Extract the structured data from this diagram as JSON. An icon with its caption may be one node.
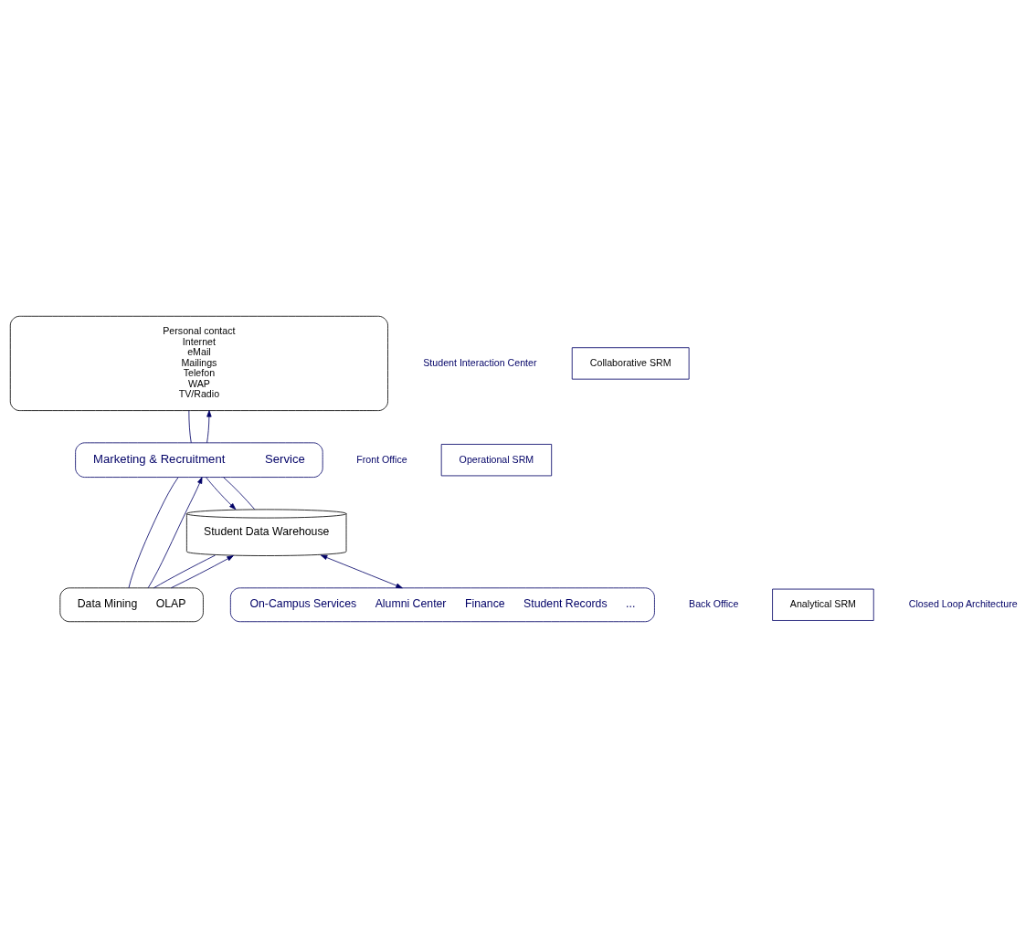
{
  "diagram": {
    "nodes": [
      {
        "text": [
          "Personal contact",
          "Internet",
          "eMail",
          "Mailings",
          "Telefon",
          "WAP",
          "TV/Radio"
        ],
        "beside": [
          "Student Interaction Center"
        ]
      },
      {
        "text": [
          "Marketing & Recruitment",
          "Service"
        ],
        "beside": [
          "Front Office"
        ]
      },
      {
        "text": [
          "Data Mining",
          "OLAP"
        ]
      },
      {
        "text": [
          "Student Data Warehouse"
        ]
      },
      {
        "text": [
          "On-Campus Services",
          "Alumni Center",
          "Finance",
          "Student Records",
          "..."
        ],
        "beside": [
          "Back Office"
        ]
      },
      {
        "text": [
          "Collaborative SRM"
        ]
      },
      {
        "text": [
          "Operational SRM"
        ]
      },
      {
        "text": [
          "Analytical SRM"
        ]
      }
    ],
    "edges": [
      {
        "from": 0,
        "to": 1,
        "arrow": "none"
      },
      {
        "from": 1,
        "to": 0,
        "arrow": "to"
      },
      {
        "from": 1,
        "to": 3,
        "arrow": "to"
      },
      {
        "from": 1,
        "to": 2,
        "arrow": "none"
      },
      {
        "from": 2,
        "to": 1,
        "arrow": "to"
      },
      {
        "from": 2,
        "to": 3,
        "arrow": "to"
      },
      {
        "from": 3,
        "to": 2,
        "arrow": "none"
      },
      {
        "from": 3,
        "to": 1,
        "arrow": "none"
      },
      {
        "from": 3,
        "to": 4,
        "arrow": "both"
      }
    ],
    "labels": [
      "Closed Loop Architecture"
    ]
  }
}
